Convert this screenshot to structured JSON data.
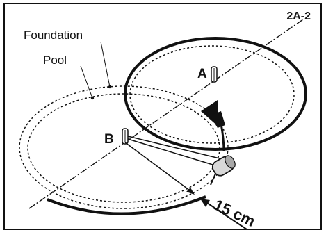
{
  "figure": {
    "id_label": "2A-2",
    "foundation_label": "Foundation",
    "pool_label": "Pool",
    "point_a_label": "A",
    "point_b_label": "B",
    "distance_label": "15 cm"
  },
  "colors": {
    "ink": "#111111",
    "background": "#ffffff"
  }
}
